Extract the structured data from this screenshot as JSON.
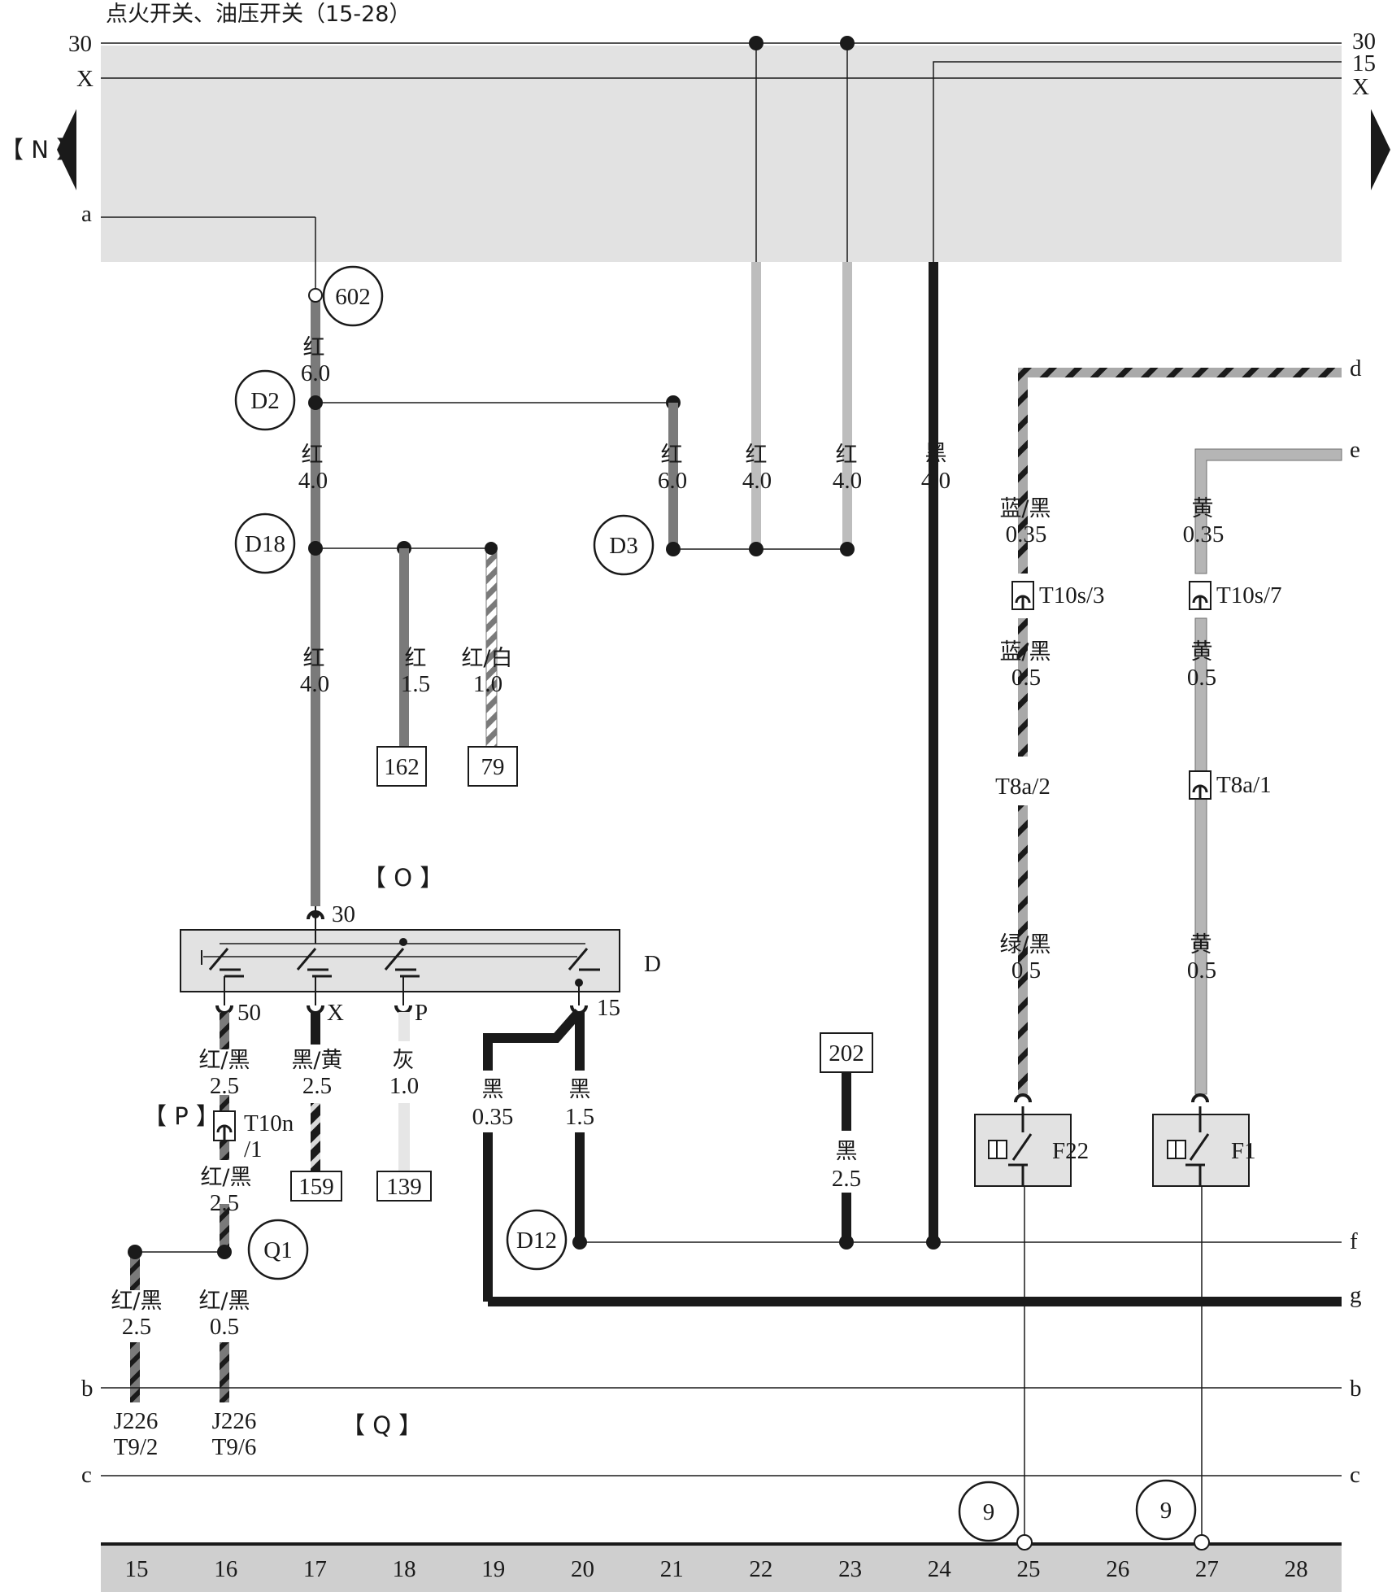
{
  "title": "点火开关、油压开关（15-28）",
  "rail_labels": {
    "left_30": "30",
    "left_x": "X",
    "left_a": "a",
    "right_30": "30",
    "right_15": "15",
    "right_x": "X"
  },
  "bracket_labels": {
    "n": "【 N 】",
    "o": "【 O 】",
    "p": "【 P 】",
    "q": "【 Q 】"
  },
  "side_labels": {
    "d": "d",
    "e": "e",
    "f": "f",
    "g": "g",
    "b_left": "b",
    "b_right": "b",
    "c_left": "c",
    "c_right": "c"
  },
  "circles": {
    "c602": "602",
    "d2": "D2",
    "d18": "D18",
    "d3": "D3",
    "d12": "D12",
    "q1": "Q1",
    "ground_25": "9",
    "ground_27": "9"
  },
  "boxes": {
    "b162": "162",
    "b79": "79",
    "b159": "159",
    "b139": "139",
    "b202": "202"
  },
  "wires": {
    "w17_top": {
      "color": "红",
      "size": "6.0"
    },
    "w17_mid": {
      "color": "红",
      "size": "4.0"
    },
    "w17_low": {
      "color": "红",
      "size": "4.0"
    },
    "w18": {
      "color": "红",
      "size": "1.5"
    },
    "w19": {
      "color": "红/白",
      "size": "1.0"
    },
    "w21": {
      "color": "红",
      "size": "6.0"
    },
    "w22": {
      "color": "红",
      "size": "4.0"
    },
    "w23": {
      "color": "红",
      "size": "4.0"
    },
    "w24": {
      "color": "黑",
      "size": "4.0"
    },
    "w25_top": {
      "color": "蓝/黑",
      "size": "0.35"
    },
    "w25_mid": {
      "color": "蓝/黑",
      "size": "0.5"
    },
    "w25_low": {
      "color": "绿/黑",
      "size": "0.5"
    },
    "w27_top": {
      "color": "黄",
      "size": "0.35"
    },
    "w27_mid": {
      "color": "黄",
      "size": "0.5"
    },
    "w27_low": {
      "color": "黄",
      "size": "0.5"
    },
    "w16_a": {
      "color": "红/黑",
      "size": "2.5"
    },
    "w16_b": {
      "color": "红/黑",
      "size": "2.5"
    },
    "w16_c": {
      "color": "红/黑",
      "size": "0.5"
    },
    "w15": {
      "color": "红/黑",
      "size": "2.5"
    },
    "w17_bot": {
      "color": "黑/黄",
      "size": "2.5"
    },
    "w18_bot": {
      "color": "灰",
      "size": "1.0"
    },
    "w19_bot": {
      "color": "黑",
      "size": "0.35"
    },
    "w20_bot": {
      "color": "黑",
      "size": "1.5"
    },
    "w23_bot": {
      "color": "黑",
      "size": "2.5"
    }
  },
  "connectors": {
    "t10s3": "T10s/3",
    "t10s7": "T10s/7",
    "t8a2": "T8a/2",
    "t8a1": "T8a/1",
    "t10n_a": "T10n",
    "t10n_b": "/1"
  },
  "switch": {
    "name": "D",
    "pin_30": "30",
    "pin_50": "50",
    "pin_x": "X",
    "pin_p": "P",
    "pin_15": "15"
  },
  "components": {
    "f22": "F22",
    "f1": "F1"
  },
  "ecu_pins": {
    "p15_a": "J226",
    "p15_b": "T9/2",
    "p16_a": "J226",
    "p16_b": "T9/6"
  },
  "columns": [
    "15",
    "16",
    "17",
    "18",
    "19",
    "20",
    "21",
    "22",
    "23",
    "24",
    "25",
    "26",
    "27",
    "28"
  ],
  "colors": {
    "panel": "#e2e2e2",
    "red": "#7a7a7a",
    "light": "#bdbdbd",
    "black": "#1a1a1a",
    "yellow": "#b5b5b5",
    "grey": "#e6e6e6",
    "bottom_bar": "#cfcfcf"
  }
}
